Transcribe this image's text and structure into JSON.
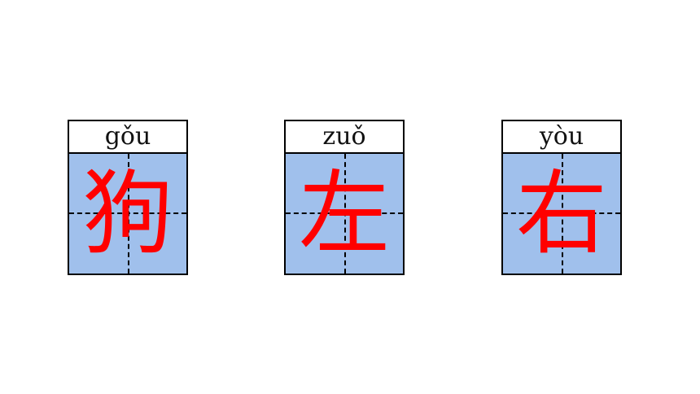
{
  "colors": {
    "grid_fill": "#a0c0ec",
    "character": "#ff0000",
    "border": "#000000"
  },
  "cards": [
    {
      "pinyin": "gǒu",
      "character": "狗"
    },
    {
      "pinyin": "zuǒ",
      "character": "左"
    },
    {
      "pinyin": "yòu",
      "character": "右"
    }
  ]
}
